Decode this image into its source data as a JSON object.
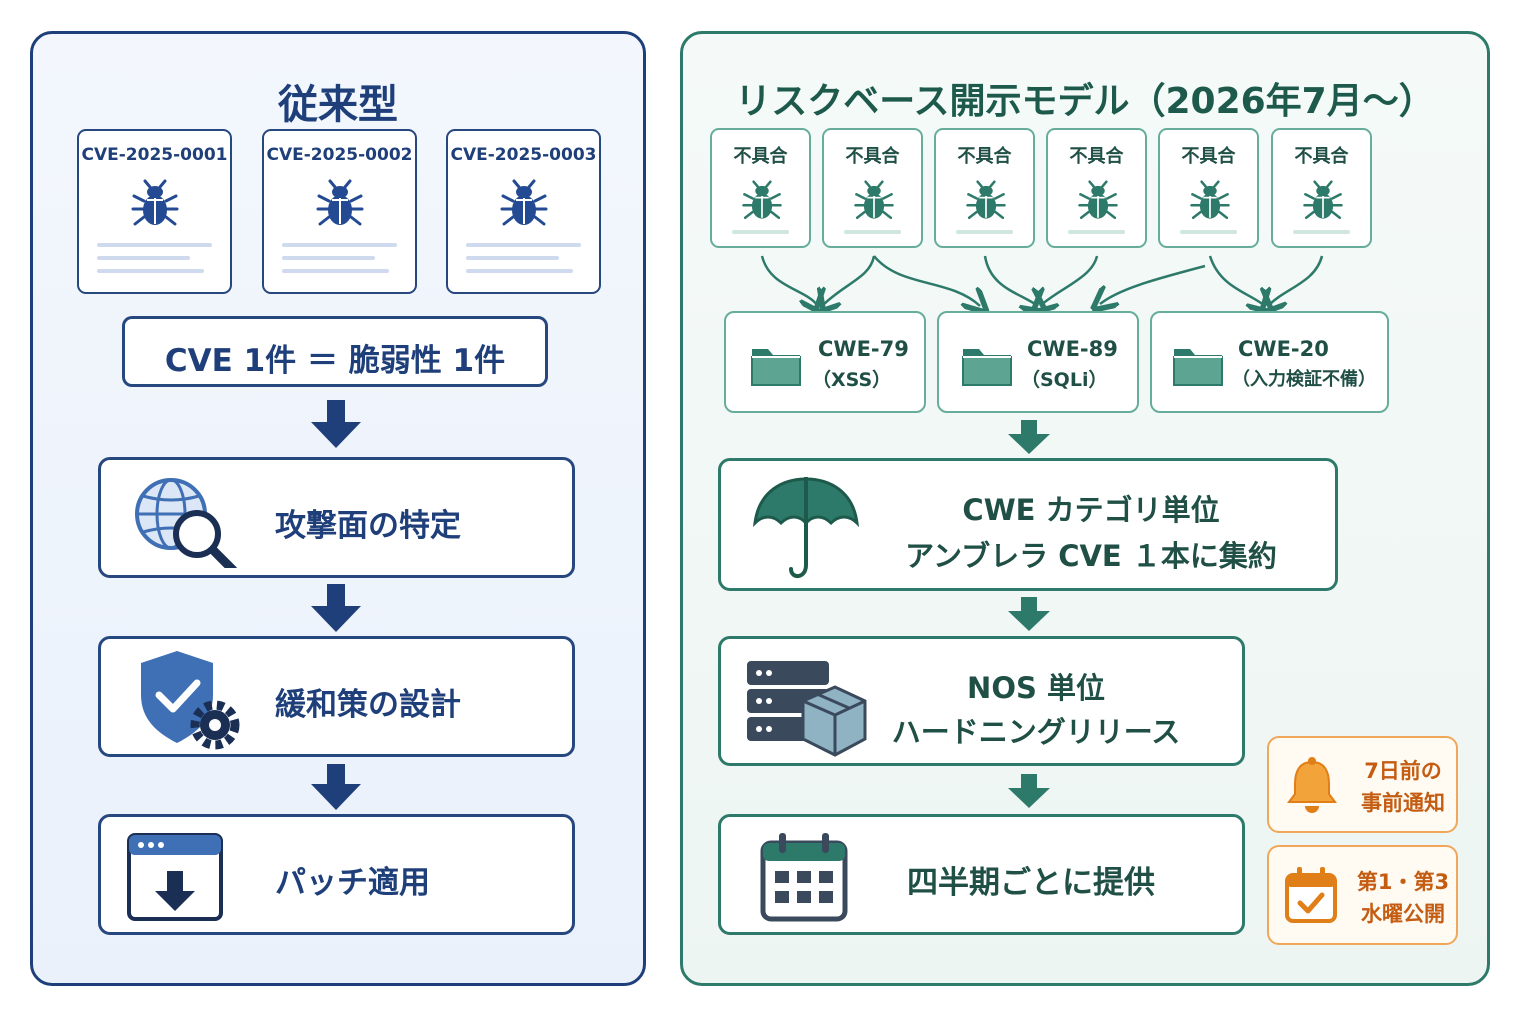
{
  "colors": {
    "left_accent": "#1f3f7a",
    "right_accent": "#2e7a6a",
    "notice_accent": "#e88a2c"
  },
  "traditional": {
    "title": "従来型",
    "cve_cards": [
      {
        "id": "CVE-2025-0001",
        "icon": "bug-icon"
      },
      {
        "id": "CVE-2025-0002",
        "icon": "bug-icon"
      },
      {
        "id": "CVE-2025-0003",
        "icon": "bug-icon"
      }
    ],
    "equation": "CVE 1件 ＝ 脆弱性 1件",
    "steps": [
      {
        "label": "攻撃面の特定",
        "icon": "globe-search-icon"
      },
      {
        "label": "緩和策の設計",
        "icon": "shield-gear-icon"
      },
      {
        "label": "パッチ適用",
        "icon": "download-window-icon"
      }
    ]
  },
  "risk_based": {
    "title": "リスクベース開示モデル（2026年7月〜）",
    "defects": [
      {
        "label": "不具合",
        "icon": "bug-icon"
      },
      {
        "label": "不具合",
        "icon": "bug-icon"
      },
      {
        "label": "不具合",
        "icon": "bug-icon"
      },
      {
        "label": "不具合",
        "icon": "bug-icon"
      },
      {
        "label": "不具合",
        "icon": "bug-icon"
      },
      {
        "label": "不具合",
        "icon": "bug-icon"
      }
    ],
    "cwe_categories": [
      {
        "id": "CWE-79",
        "name": "（XSS）",
        "icon": "folder-icon"
      },
      {
        "id": "CWE-89",
        "name": "（SQLi）",
        "icon": "folder-icon"
      },
      {
        "id": "CWE-20",
        "name": "（入力検証不備）",
        "icon": "folder-icon"
      }
    ],
    "umbrella": {
      "line1": "CWE カテゴリ単位",
      "line2": "アンブレラ CVE １本に集約",
      "icon": "umbrella-icon"
    },
    "hardening": {
      "line1": "NOS 単位",
      "line2": "ハードニングリリース",
      "icon": "server-package-icon"
    },
    "quarterly": {
      "label": "四半期ごとに提供",
      "icon": "calendar-icon"
    },
    "notices": [
      {
        "line1": "7日前の",
        "line2": "事前通知",
        "icon": "bell-icon"
      },
      {
        "line1": "第1・第3",
        "line2": "水曜公開",
        "icon": "calendar-check-icon"
      }
    ]
  }
}
